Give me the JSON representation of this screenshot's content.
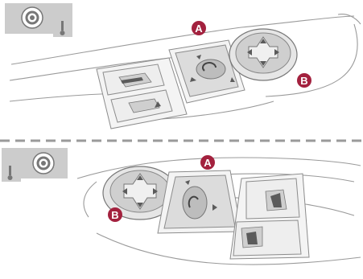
{
  "callouts": {
    "top": {
      "a": "A",
      "b": "B"
    },
    "bottom": {
      "a": "A",
      "b": "B"
    }
  },
  "icons": {
    "top": "steering-wheel-left-hand-drive-icon",
    "bottom": "steering-wheel-right-hand-drive-icon"
  },
  "colors": {
    "callout": "#a3213e",
    "divider": "#9a9a9a",
    "icon_background": "#cccccc"
  }
}
